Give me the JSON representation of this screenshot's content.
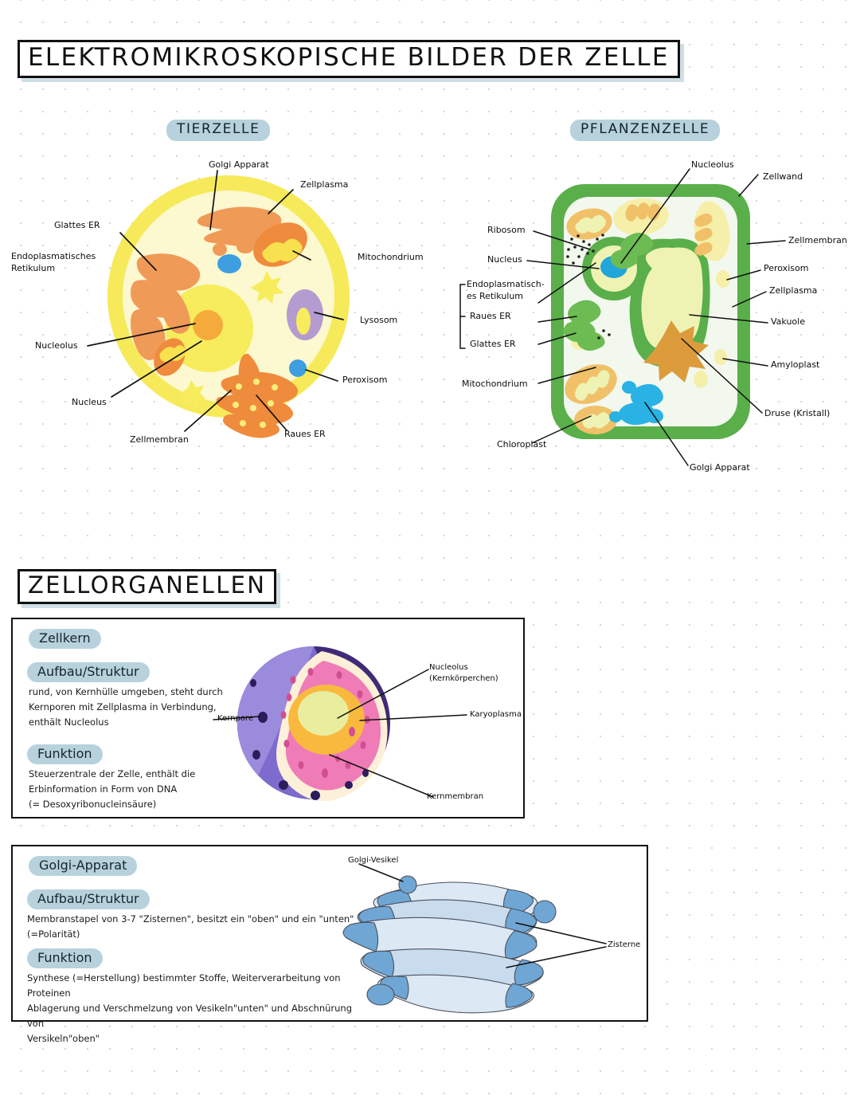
{
  "page": {
    "main_title": "ELEKTROMIKROSKOPISCHE BILDER DER ZELLE",
    "section2_title": "ZELLORGANELLEN"
  },
  "cells": {
    "animal": {
      "heading": "TIERZELLE",
      "labels": {
        "golgi": "Golgi Apparat",
        "zellplasma": "Zellplasma",
        "glattes_er": "Glattes ER",
        "er": "Endoplasmatisches\nRetikulum",
        "mitochondrium": "Mitochondrium",
        "lysosom": "Lysosom",
        "nucleolus": "Nucleolus",
        "nucleus": "Nucleus",
        "peroxisom": "Peroxisom",
        "zellmembran": "Zellmembran",
        "raues_er": "Raues ER"
      },
      "colors": {
        "membrane": "#f6ea5a",
        "cytoplasm": "#fcf8cf",
        "nucleus": "#f7ec5c",
        "nucleolus": "#f5ab3b",
        "er": "#f09a58",
        "mitochondrium": "#ef8b3c",
        "lysosom": "#b49bd0",
        "peroxisom": "#3d9ee0"
      }
    },
    "plant": {
      "heading": "PFLANZENZELLE",
      "labels": {
        "nucleolus": "Nucleolus",
        "zellwand": "Zellwand",
        "ribosom": "Ribosom",
        "zellmembran": "Zellmembran",
        "nucleus": "Nucleus",
        "peroxisom": "Peroxisom",
        "er": "Endoplasmatisch-\nes  Retikulum",
        "zellplasma": "Zellplasma",
        "raues_er": "Raues ER",
        "vakuole": "Vakuole",
        "glattes_er": "Glattes ER",
        "amyloplast": "Amyloplast",
        "mitochondrium": "Mitochondrium",
        "druse": "Druse (Kristall)",
        "chloroplast": "Chloroplast",
        "golgi": "Golgi  Apparat"
      },
      "colors": {
        "wall": "#5aaf4a",
        "cytoplasm": "#f2f8ee",
        "vacuole_fill": "#eef3b4",
        "chloroplast": "#f0c169",
        "druse": "#dc9c3c",
        "nucleolus": "#22a5d8",
        "golgi": "#29b2e3",
        "er_green": "#6cbb53"
      }
    }
  },
  "organelles": [
    {
      "name": "zellkern",
      "title": "Zellkern",
      "struktur_label": "Aufbau/Struktur",
      "struktur_text": "rund, von Kernhülle umgeben, steht durch\nKernporen mit Zellplasma in Verbindung,\nenthält Nucleolus",
      "funktion_label": "Funktion",
      "funktion_text": "Steuerzentrale der Zelle, enthält die\nErbinformation in Form von DNA\n(= Desoxyribonucleinsäure)",
      "diagram_labels": {
        "kernpore": "Kernpore",
        "nucleolus": "Nucleolus (Kernkörperchen)",
        "karyoplasma": "Karyoplasma",
        "kernmembran": "Kernmembran"
      },
      "colors": {
        "outer": "#8b7ad4",
        "outer_dark": "#3f2b77",
        "karyoplasma": "#ef7cb6",
        "nucleolus": "#f9b93e",
        "nucleolus_core": "#e8ee9e"
      }
    },
    {
      "name": "golgi-apparat",
      "title": "Golgi-Apparat",
      "struktur_label": "Aufbau/Struktur",
      "struktur_text": "Membranstapel von 3-7 \"Zisternen\", besitzt ein \"oben\" und ein \"unten\" (=Polarität)",
      "funktion_label": "Funktion",
      "funktion_text": "Synthese (=Herstellung) bestimmter Stoffe, Weiterverarbeitung von Proteinen\nAblagerung und Verschmelzung von Vesikeln\"unten\" und Abschnürung von\nVersikeln\"oben\"",
      "diagram_labels": {
        "vesikel": "Golgi-Vesikel",
        "zisterne": "Zisterne"
      },
      "colors": {
        "light": "#dce9f4",
        "mid": "#a8c8e4",
        "dark": "#6fa6d4"
      }
    }
  ]
}
